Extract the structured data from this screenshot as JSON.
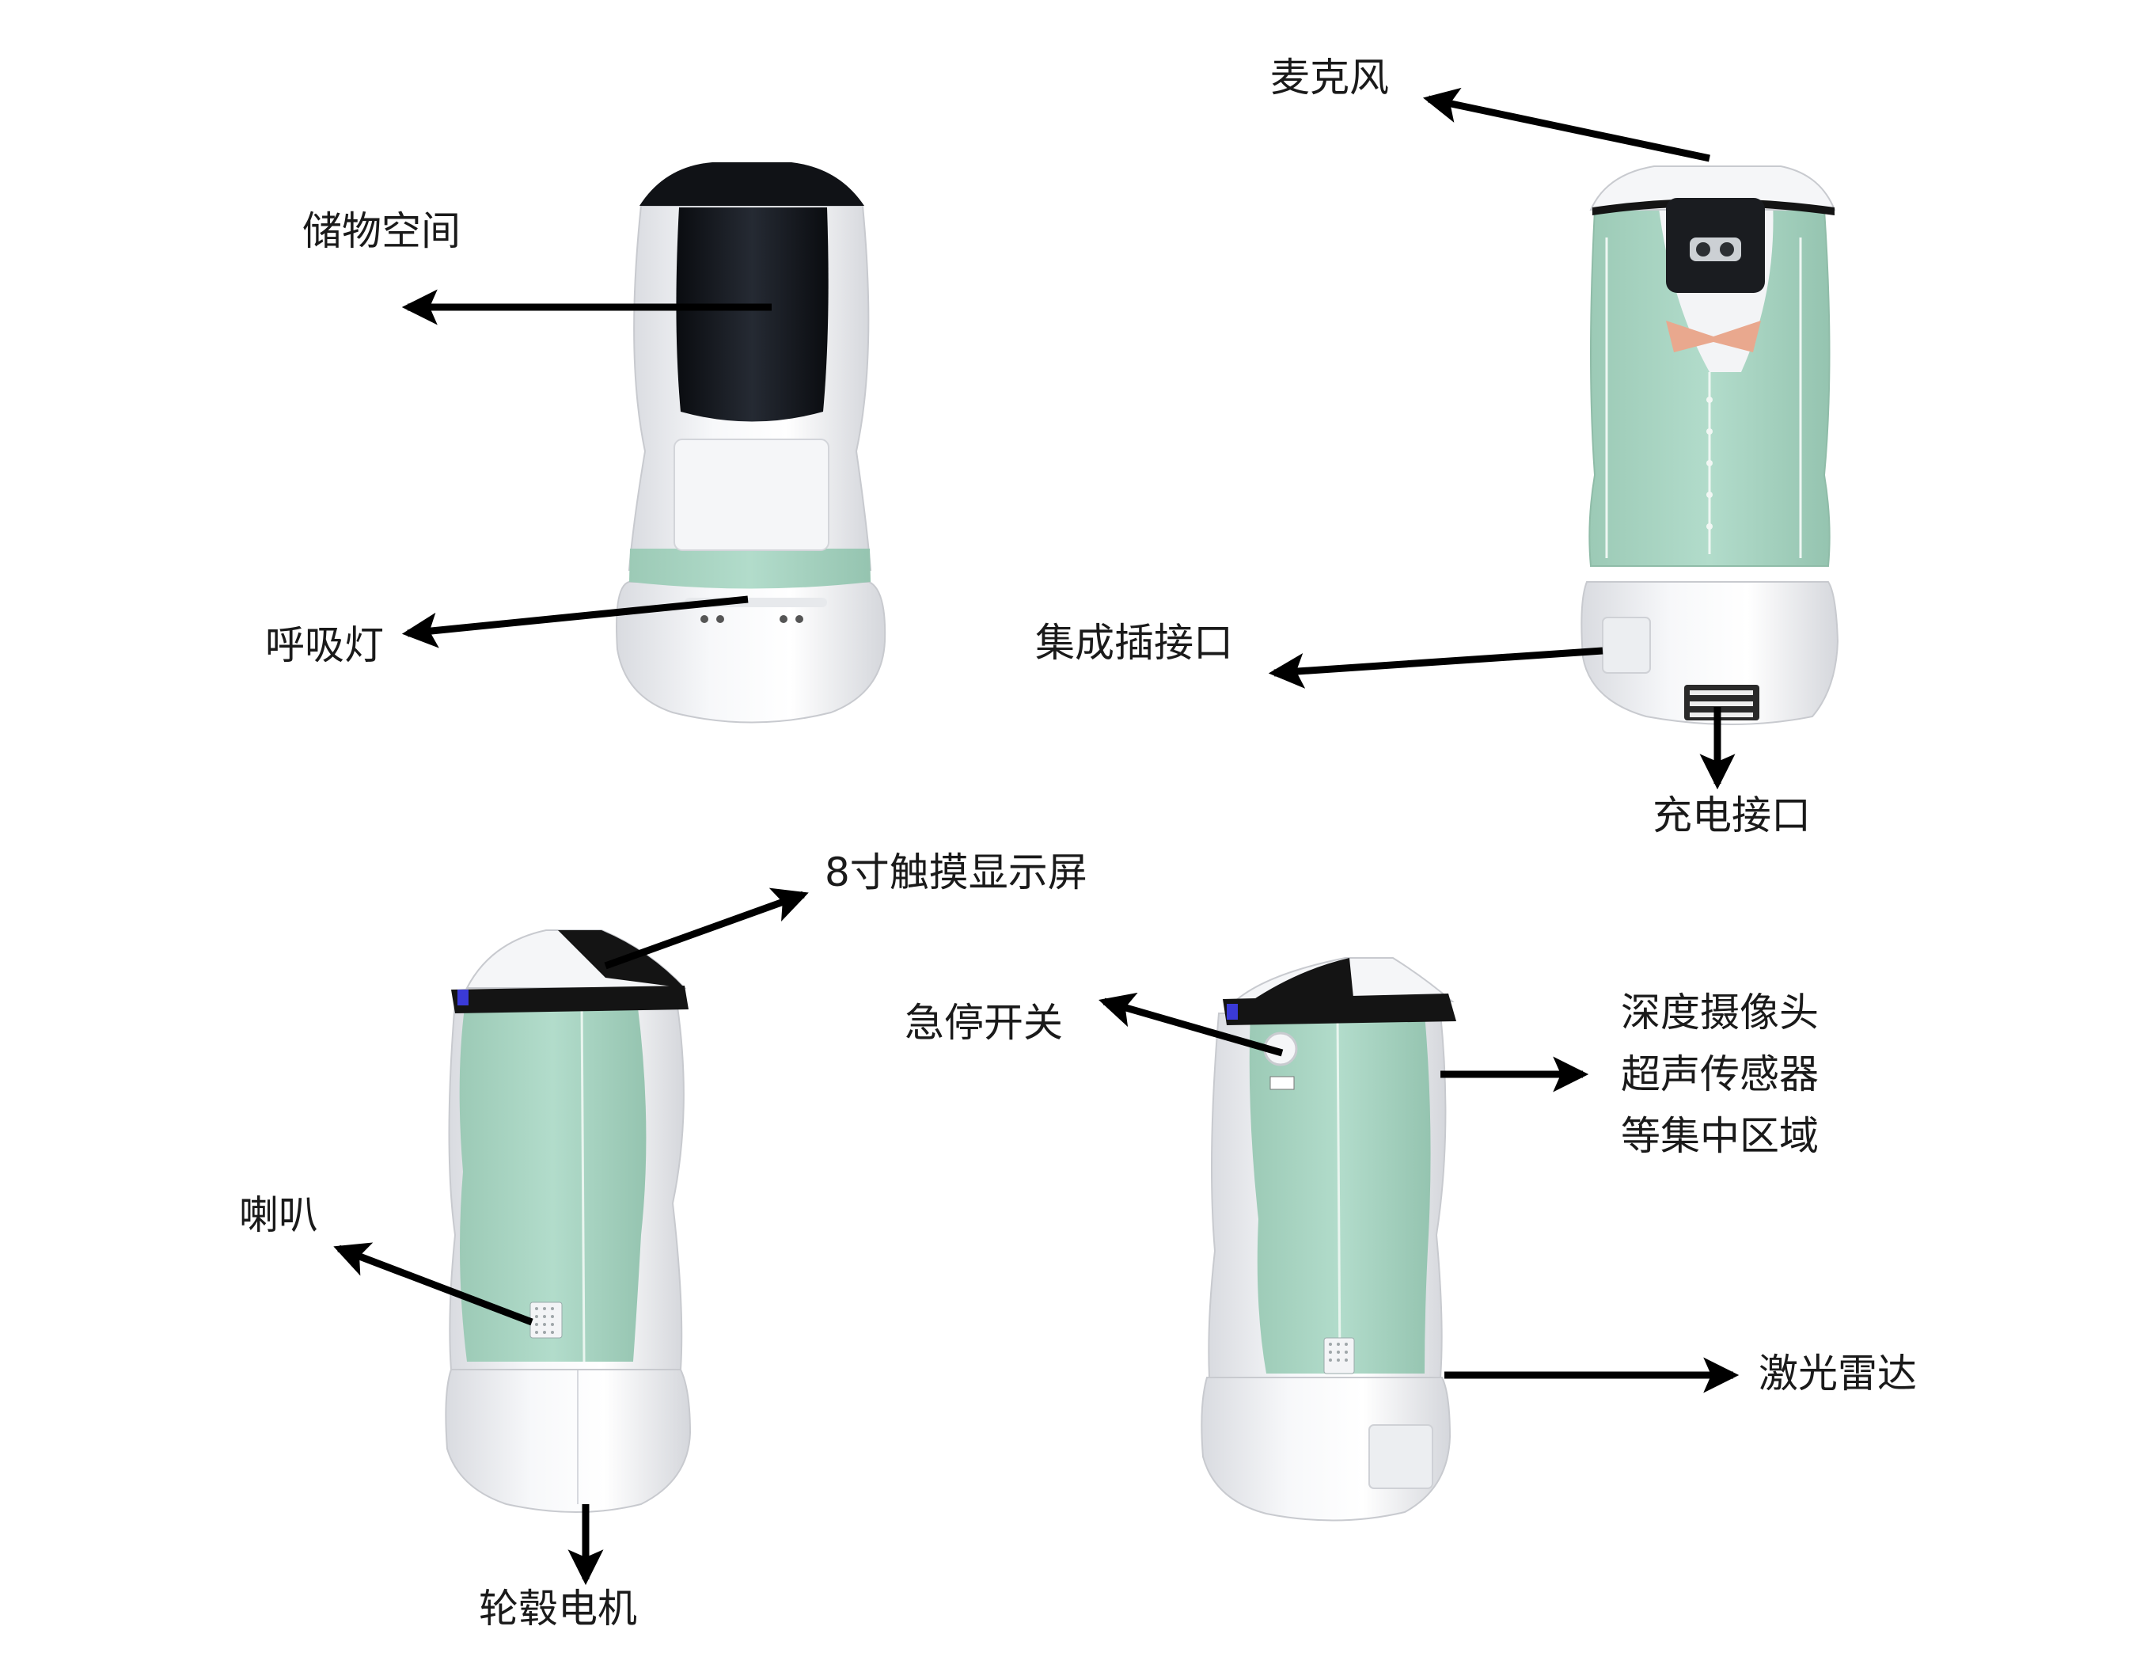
{
  "labels": {
    "storage": "储物空间",
    "breathing_light": "呼吸灯",
    "microphone": "麦克风",
    "integrated_port": "集成插接口",
    "charging_port": "充电接口",
    "touchscreen": "8寸触摸显示屏",
    "speaker": "喇叭",
    "hub_motor": "轮毂电机",
    "emergency_stop": "急停开关",
    "sensor_area": [
      "深度摄像头",
      "超声传感器",
      "等集中区域"
    ],
    "lidar": "激光雷达"
  },
  "colors": {
    "mint": "#a8d5c2",
    "shell": "#f3f4f6",
    "dark": "#141414",
    "arrow": "#000000"
  }
}
